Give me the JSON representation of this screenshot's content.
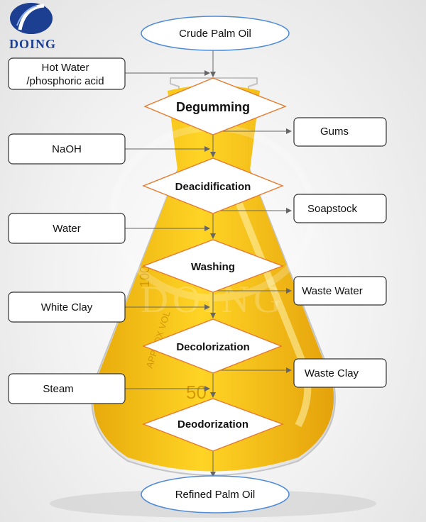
{
  "brand": {
    "name": "DOING",
    "watermark": "DOING",
    "color": "#1c3f91"
  },
  "flask": {
    "marking_large": "50",
    "marking_side": "APPROX VOL",
    "marking_ml": "100",
    "oil_color": "#f4c400"
  },
  "colors": {
    "arrow": "#666666",
    "diamond_border": "#e67a2e",
    "ellipse_border": "#4f8bd6",
    "box_border": "#333333"
  },
  "flow": {
    "start": "Crude Palm Oil",
    "end": "Refined Palm Oil",
    "steps": [
      {
        "label": "Degumming",
        "input_lines": [
          "Hot Water",
          "/phosphoric acid"
        ],
        "output": "Gums"
      },
      {
        "label": "Deacidification",
        "input_lines": [
          "NaOH"
        ],
        "output": "Soapstock"
      },
      {
        "label": "Washing",
        "input_lines": [
          "Water"
        ],
        "output": "Waste Water"
      },
      {
        "label": "Decolorization",
        "input_lines": [
          "White Clay"
        ],
        "output": "Waste Clay"
      },
      {
        "label": "Deodorization",
        "input_lines": [
          "Steam"
        ],
        "output": ""
      }
    ]
  }
}
